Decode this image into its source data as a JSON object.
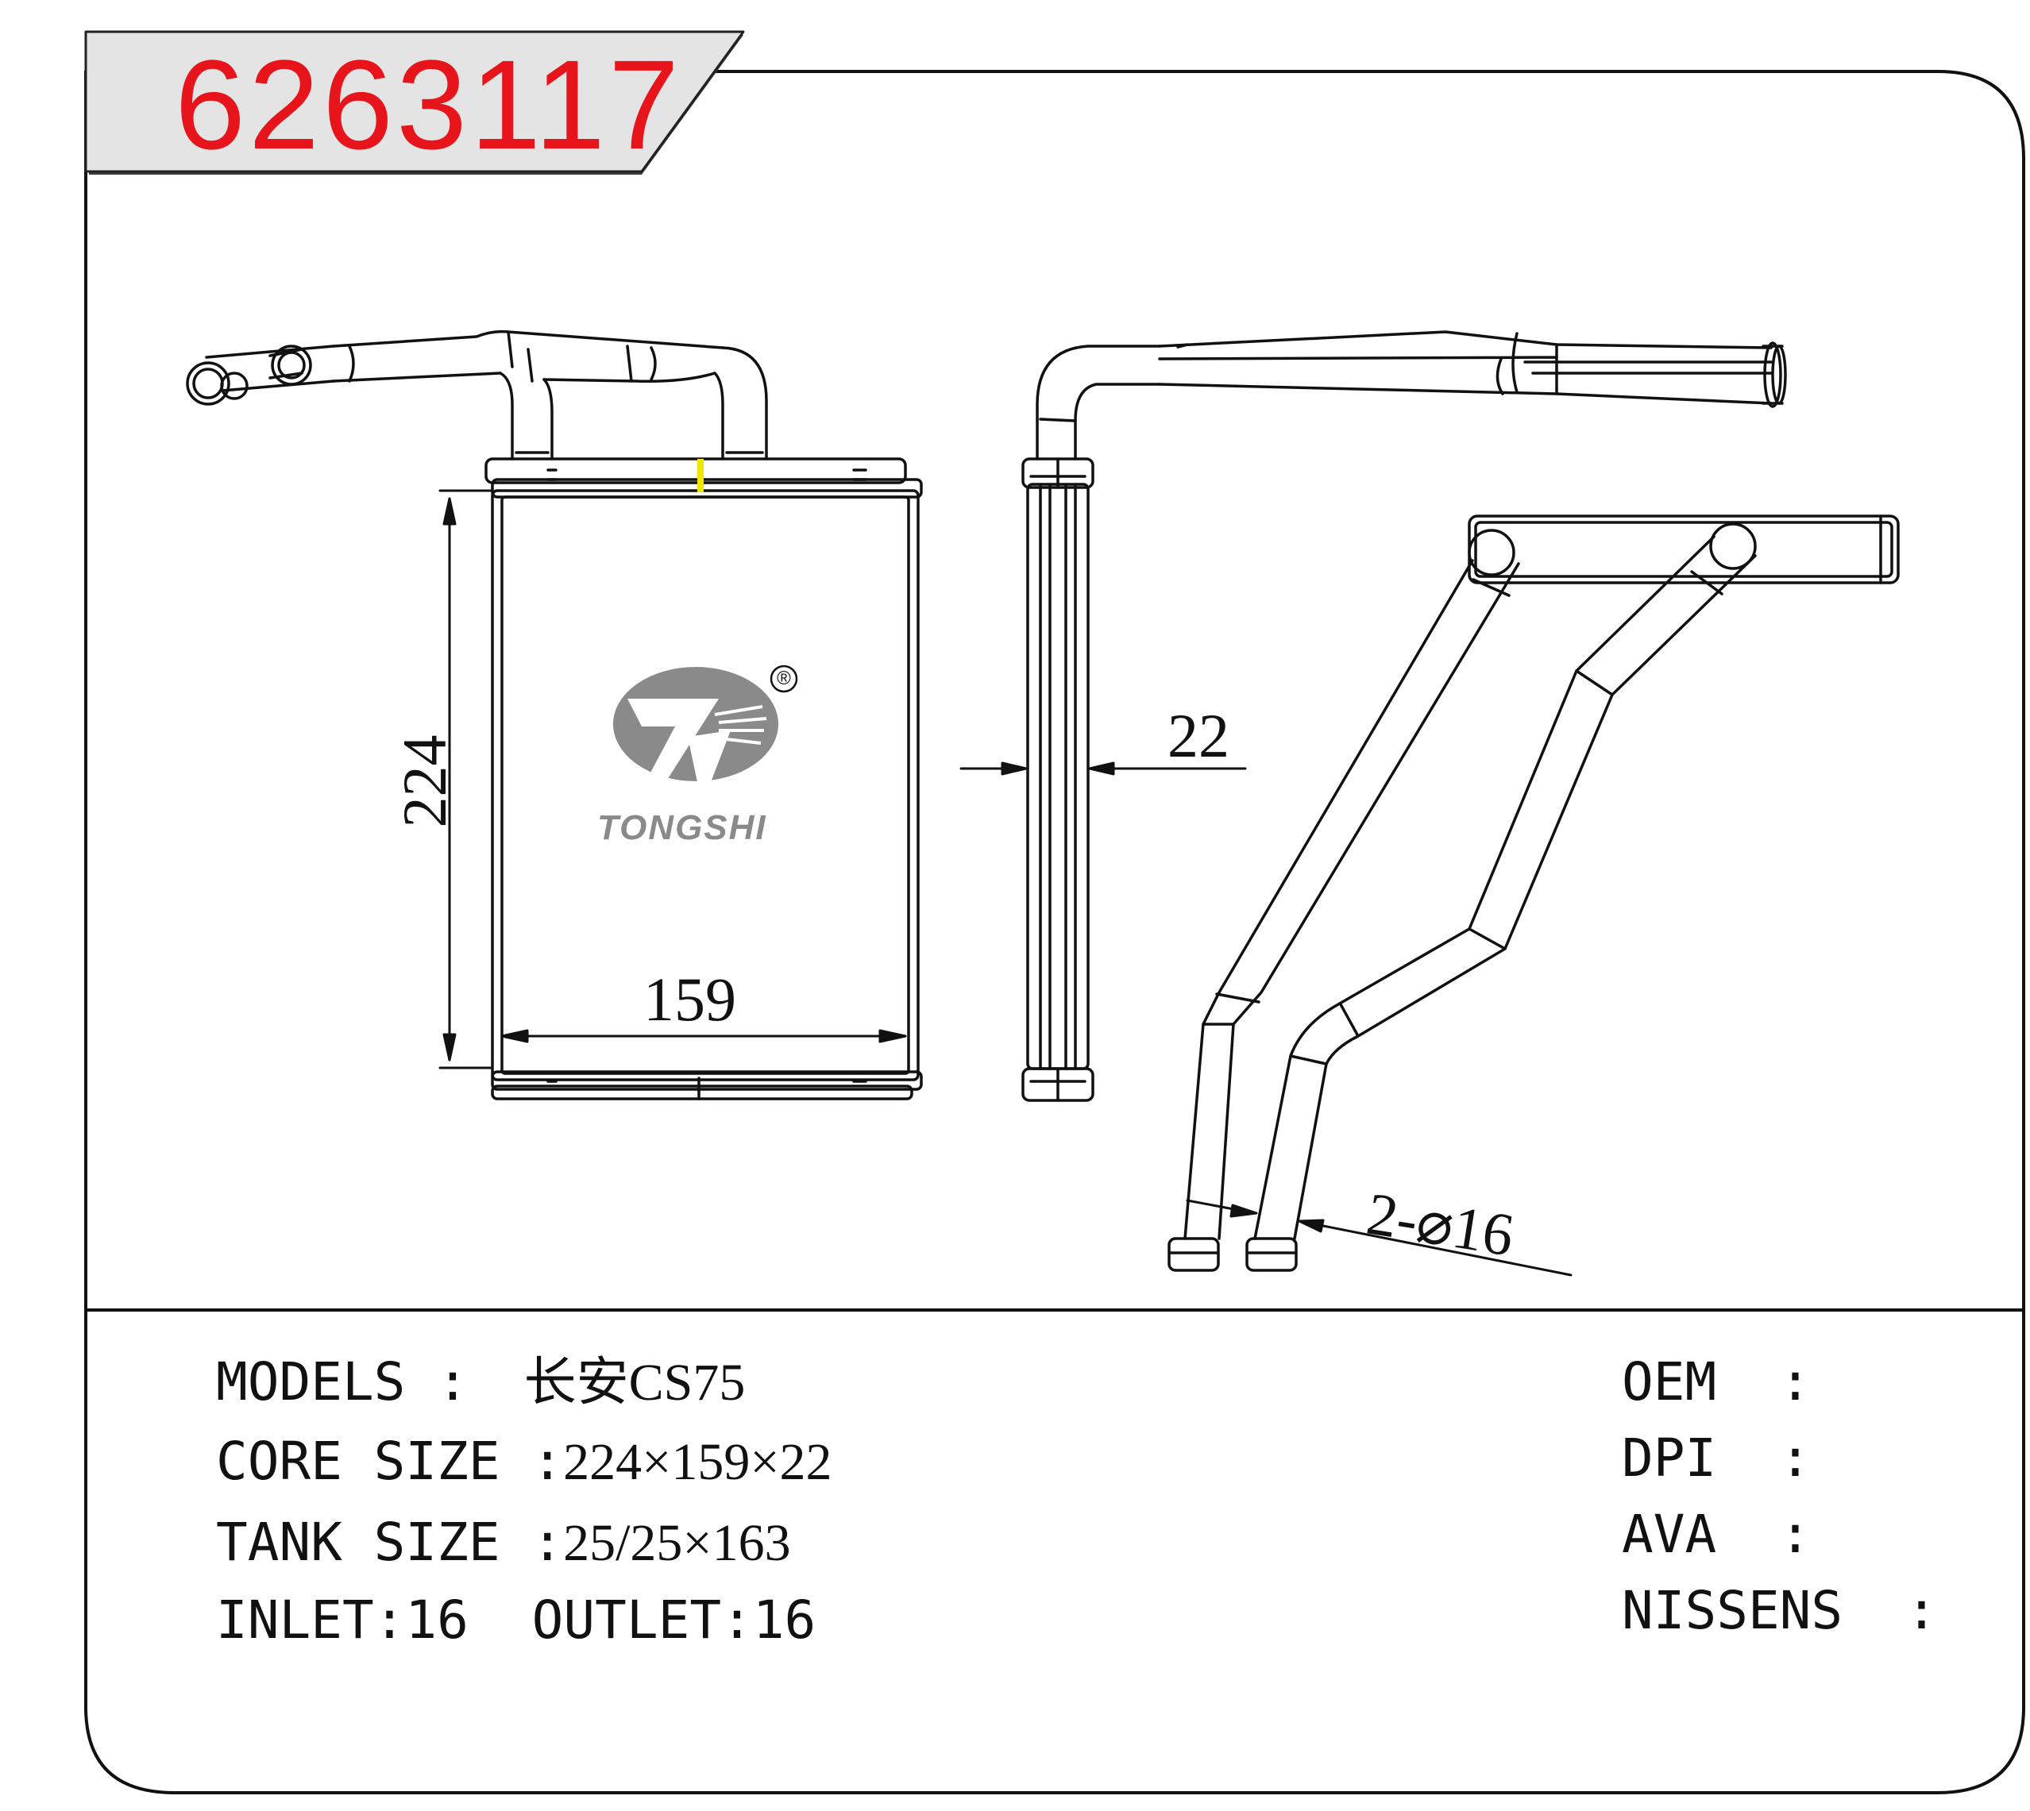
{
  "part_number": "6263117",
  "colors": {
    "part_number": "#e8141b",
    "line": "#111111",
    "logo_gray": "#8a8a8a",
    "marker": "#f2e600"
  },
  "brand": {
    "name": "TONGSHI",
    "registered": "®"
  },
  "dimensions": {
    "height": "224",
    "width": "159",
    "depth": "22",
    "pipe": "2-⌀16"
  },
  "specs": [
    {
      "label": "MODELS  :",
      "value": "长安CS75"
    },
    {
      "label": "CORE SIZE :",
      "value": "224×159×22"
    },
    {
      "label": "TANK SIZE :",
      "value": "25/25×163"
    },
    {
      "label": "INLET:",
      "value": "16",
      "label2": "OUTLET:",
      "value2": "16"
    }
  ],
  "refs": [
    {
      "label": "OEM  :"
    },
    {
      "label": "DPI  :"
    },
    {
      "label": "AVA  :"
    },
    {
      "label": "NISSENS  :"
    }
  ]
}
